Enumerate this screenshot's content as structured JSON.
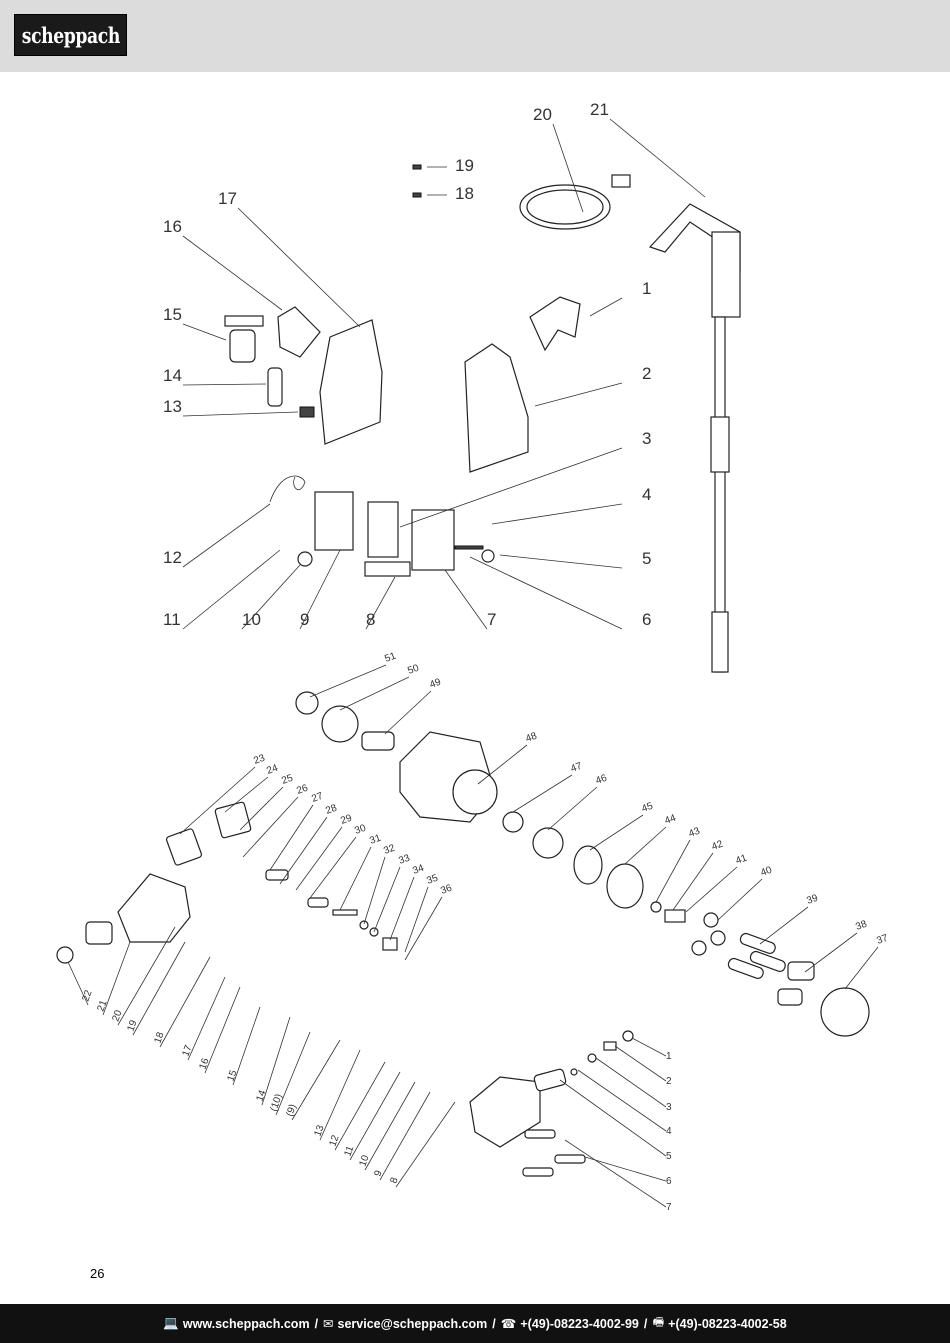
{
  "brand": {
    "logo_text": "scheppach"
  },
  "page_number": "26",
  "footer": {
    "website": "www.scheppach.com",
    "email": "service@scheppach.com",
    "phone": "+(49)-08223-4002-99",
    "fax": "+(49)-08223-4002-58",
    "separator": "/"
  },
  "top_callouts": [
    "1",
    "2",
    "3",
    "4",
    "5",
    "6",
    "7",
    "8",
    "9",
    "10",
    "11",
    "12",
    "13",
    "14",
    "15",
    "16",
    "17",
    "18",
    "19",
    "20",
    "21"
  ],
  "pump_callouts": [
    "23",
    "24",
    "25",
    "26",
    "27",
    "28",
    "29",
    "30",
    "31",
    "32",
    "33",
    "34",
    "35",
    "36",
    "37",
    "38",
    "39",
    "40",
    "41",
    "42",
    "43",
    "44",
    "45",
    "46",
    "47",
    "48",
    "49",
    "50",
    "51"
  ],
  "valve_callouts": [
    "22",
    "21",
    "20",
    "19",
    "18",
    "17",
    "16",
    "15",
    "14",
    "(10)",
    "(9)",
    "13",
    "12",
    "11",
    "10",
    "9",
    "8",
    "1",
    "2",
    "3",
    "4",
    "5",
    "6",
    "7"
  ]
}
